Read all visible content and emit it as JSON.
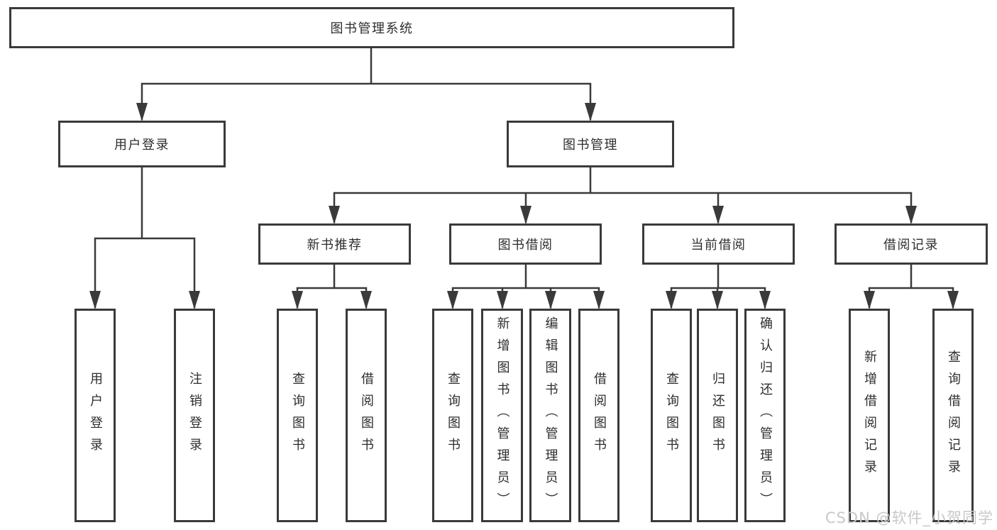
{
  "diagram": {
    "title": "图书管理系统",
    "root": {
      "label": "图书管理系统"
    },
    "branches": [
      {
        "label": "用户登录",
        "children": [
          {
            "label": "用户登录"
          },
          {
            "label": "注销登录"
          }
        ]
      },
      {
        "label": "图书管理",
        "children": [
          {
            "label": "新书推荐",
            "children": [
              {
                "label": "查询图书"
              },
              {
                "label": "借阅图书"
              }
            ]
          },
          {
            "label": "图书借阅",
            "children": [
              {
                "label": "查询图书"
              },
              {
                "label": "新增图书（管理员）"
              },
              {
                "label": "编辑图书（管理员）"
              },
              {
                "label": "借阅图书"
              }
            ]
          },
          {
            "label": "当前借阅",
            "children": [
              {
                "label": "查询图书"
              },
              {
                "label": "归还图书"
              },
              {
                "label": "确认归还（管理员）"
              }
            ]
          },
          {
            "label": "借阅记录",
            "children": [
              {
                "label": "新增借阅记录"
              },
              {
                "label": "查询借阅记录"
              }
            ]
          }
        ]
      }
    ]
  },
  "watermark": {
    "text": "CSDN @软件_小贺同学"
  },
  "colors": {
    "line": "#3a3a3a",
    "text": "#2e2e2e",
    "nodebg": "#ffffff",
    "watermark": "#c8c8c8",
    "pagebg": "#ffffff"
  }
}
